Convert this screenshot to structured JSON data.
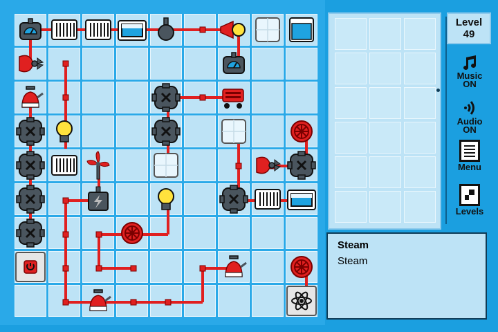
{
  "level": {
    "label": "Level",
    "number": "49"
  },
  "side_menu": {
    "music": {
      "line1": "Music",
      "line2": "ON"
    },
    "audio": {
      "line1": "Audio",
      "line2": "ON"
    },
    "menu": {
      "label": "Menu"
    },
    "levels": {
      "label": "Levels"
    }
  },
  "info_panel": {
    "title": "Steam",
    "description": "Steam"
  },
  "colors": {
    "pipe": "#e02020",
    "background": "#1b9fe0",
    "cell": "#bde3f6",
    "panel_border": "#0e3c57"
  },
  "board": {
    "components": [
      {
        "name": "gauge",
        "col": 0,
        "row": 0
      },
      {
        "name": "radiator",
        "col": 1,
        "row": 0
      },
      {
        "name": "radiator",
        "col": 2,
        "row": 0
      },
      {
        "name": "boiler-tank",
        "col": 3,
        "row": 0
      },
      {
        "name": "weight",
        "col": 4,
        "row": 0
      },
      {
        "name": "horn-bulb",
        "col": 6,
        "row": 0
      },
      {
        "name": "ice-block",
        "col": 7,
        "row": 0
      },
      {
        "name": "water-tank",
        "col": 8,
        "row": 0
      },
      {
        "name": "fan-red",
        "col": 0,
        "row": 1
      },
      {
        "name": "gauge",
        "col": 6,
        "row": 1
      },
      {
        "name": "kettle",
        "col": 0,
        "row": 2
      },
      {
        "name": "junction",
        "col": 4,
        "row": 2
      },
      {
        "name": "engine-cart",
        "col": 6,
        "row": 2
      },
      {
        "name": "junction",
        "col": 0,
        "row": 3
      },
      {
        "name": "lightbulb",
        "col": 1,
        "row": 3
      },
      {
        "name": "junction",
        "col": 4,
        "row": 3
      },
      {
        "name": "ice-block",
        "col": 6,
        "row": 3
      },
      {
        "name": "valve-wheel",
        "col": 8,
        "row": 3
      },
      {
        "name": "junction",
        "col": 0,
        "row": 4
      },
      {
        "name": "radiator",
        "col": 1,
        "row": 4
      },
      {
        "name": "windmill",
        "col": 2,
        "row": 4
      },
      {
        "name": "ice-block",
        "col": 4,
        "row": 4
      },
      {
        "name": "fan-red",
        "col": 7,
        "row": 4
      },
      {
        "name": "junction",
        "col": 8,
        "row": 4
      },
      {
        "name": "junction",
        "col": 0,
        "row": 5
      },
      {
        "name": "generator",
        "col": 2,
        "row": 5
      },
      {
        "name": "lightbulb",
        "col": 4,
        "row": 5
      },
      {
        "name": "junction",
        "col": 6,
        "row": 5
      },
      {
        "name": "radiator",
        "col": 7,
        "row": 5
      },
      {
        "name": "boiler-tank",
        "col": 8,
        "row": 5
      },
      {
        "name": "junction",
        "col": 0,
        "row": 6
      },
      {
        "name": "valve-wheel",
        "col": 3,
        "row": 6
      },
      {
        "name": "power-button",
        "col": 0,
        "row": 7
      },
      {
        "name": "kettle",
        "col": 6,
        "row": 7
      },
      {
        "name": "valve-wheel",
        "col": 8,
        "row": 7
      },
      {
        "name": "kettle",
        "col": 2,
        "row": 8
      },
      {
        "name": "reactor",
        "col": 8,
        "row": 8
      }
    ]
  }
}
